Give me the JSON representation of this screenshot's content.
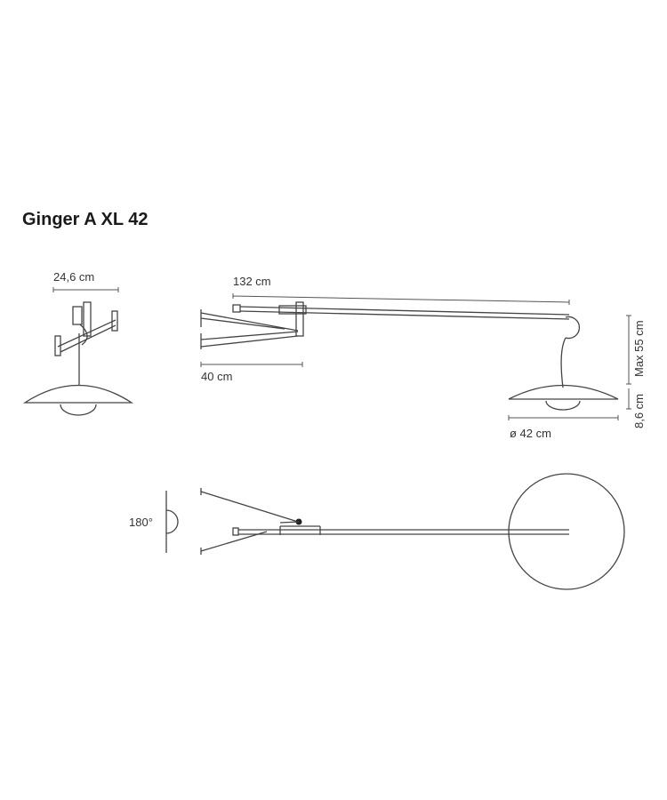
{
  "title": "Ginger A XL 42",
  "dimensions": {
    "front_width": "24,6 cm",
    "total_length": "132 cm",
    "bracket_length": "40 cm",
    "shade_diameter": "ø 42 cm",
    "shade_height": "8,6 cm",
    "max_drop": "Max 55 cm",
    "rotation": "180°"
  },
  "colors": {
    "line": "#444444",
    "background": "#ffffff"
  }
}
